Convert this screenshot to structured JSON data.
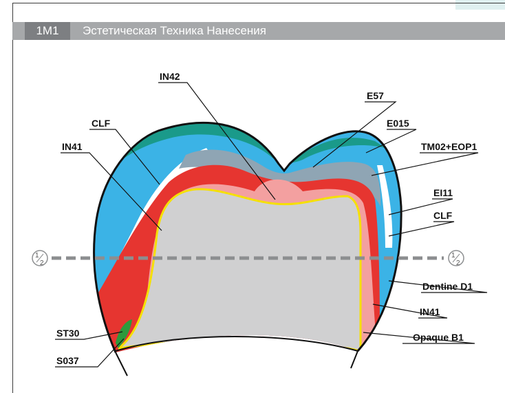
{
  "header": {
    "code": "1M1",
    "title": "Эстетическая Техника Нанесения"
  },
  "half_marker": {
    "numerator": "1",
    "denominator": "2"
  },
  "labels": {
    "in42": "IN42",
    "e57": "E57",
    "clf_left": "CLF",
    "e015": "E015",
    "in41_left": "IN41",
    "tm02_eop1": "TM02+EOP1",
    "ei11": "EI11",
    "clf_right": "CLF",
    "dentine_d1": "Dentine D1",
    "in41_right": "IN41",
    "opaque_b1": "Opaque B1",
    "st30": "ST30",
    "s037": "S037"
  },
  "colors": {
    "enamel_blue": "#3bb3e6",
    "teal": "#1a9a8a",
    "grey_blue": "#8fa5b4",
    "dentine_red": "#e63530",
    "pink": "#f3a0a0",
    "core_grey": "#d0d0d1",
    "opaque_yellow": "#f5e000",
    "green": "#2d9a3c",
    "header_grey": "#a6a8aa"
  }
}
